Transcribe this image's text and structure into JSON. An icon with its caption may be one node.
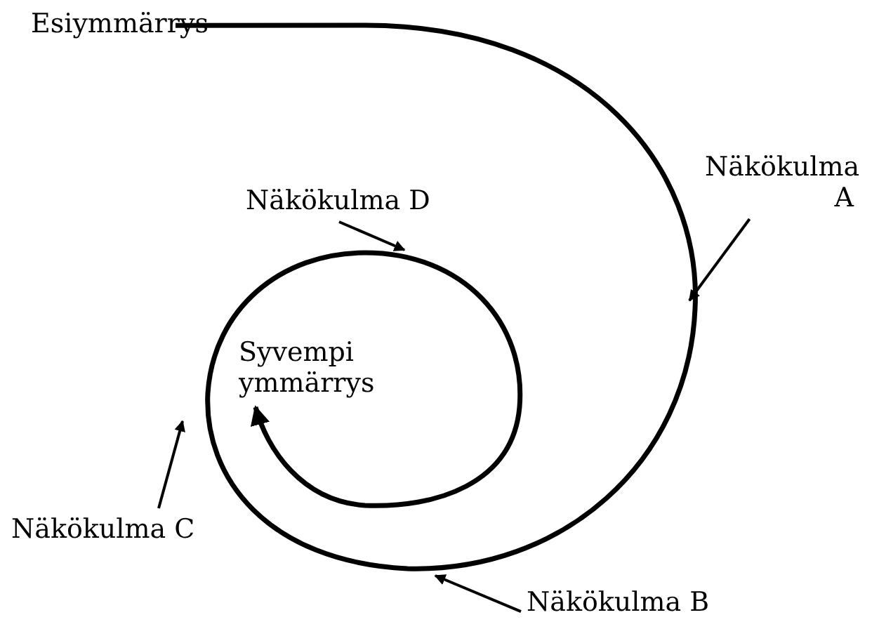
{
  "diagram": {
    "nodes": [
      {
        "text": [
          "Esiymmärrys"
        ]
      },
      {
        "text": [
          "Näkökulma A"
        ]
      },
      {
        "text": [
          "Näkökulma D"
        ]
      },
      {
        "text": [
          "Syvempi ymmärrys"
        ]
      },
      {
        "text": [
          "Näkökulma C"
        ]
      },
      {
        "text": [
          "Näkökulma B"
        ]
      }
    ],
    "edges": [
      {
        "from": 0,
        "to": 3,
        "arrow": "to"
      },
      {
        "from": 1,
        "to": null,
        "arrow": "to"
      },
      {
        "from": 2,
        "to": null,
        "arrow": "to"
      },
      {
        "from": 4,
        "to": null,
        "arrow": "to"
      },
      {
        "from": 5,
        "to": null,
        "arrow": "to"
      }
    ]
  }
}
